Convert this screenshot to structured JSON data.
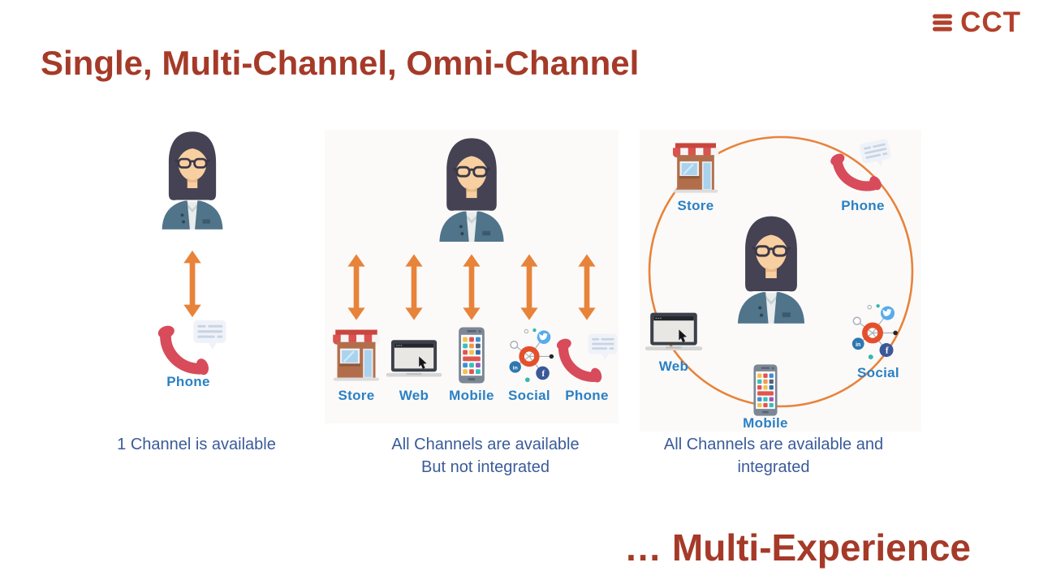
{
  "brand": {
    "logo_text": "CCT",
    "logo_icon": "hamburger-bars-icon",
    "logo_color": "#b2402b"
  },
  "title": {
    "text": "Single, Multi-Channel, Omni-Channel",
    "color": "#a53a28"
  },
  "footer": {
    "text": "… Multi-Experience",
    "color": "#a53a28"
  },
  "panels": {
    "single": {
      "person_icon": "customer-icon",
      "arrow_icon": "double-arrow-icon",
      "channel": {
        "icon": "phone-icon",
        "label": "Phone"
      },
      "caption": "1 Channel is available"
    },
    "multi": {
      "person_icon": "customer-icon",
      "channels": [
        {
          "icon": "store-icon",
          "label": "Store"
        },
        {
          "icon": "web-icon",
          "label": "Web"
        },
        {
          "icon": "mobile-icon",
          "label": "Mobile"
        },
        {
          "icon": "social-icon",
          "label": "Social"
        },
        {
          "icon": "phone-icon",
          "label": "Phone"
        }
      ],
      "caption_line1": "All Channels are available",
      "caption_line2": "But not integrated"
    },
    "omni": {
      "person_icon": "customer-icon",
      "channels": [
        {
          "icon": "store-icon",
          "label": "Store"
        },
        {
          "icon": "phone-icon",
          "label": "Phone"
        },
        {
          "icon": "web-icon",
          "label": "Web"
        },
        {
          "icon": "social-icon",
          "label": "Social"
        },
        {
          "icon": "mobile-icon",
          "label": "Mobile"
        }
      ],
      "caption_line1": "All Channels are available and",
      "caption_line2": "integrated"
    }
  },
  "icons": {
    "facebook_letter": "f",
    "linkedin_letter": "in"
  },
  "colors": {
    "accent_red": "#a53a28",
    "logo_red": "#b2402b",
    "channel_label_blue": "#2b80c4",
    "caption_blue": "#3a5b99",
    "arrow_orange": "#e8833a",
    "handset_red": "#d84b5b",
    "social_donut_orange": "#e4502b"
  }
}
